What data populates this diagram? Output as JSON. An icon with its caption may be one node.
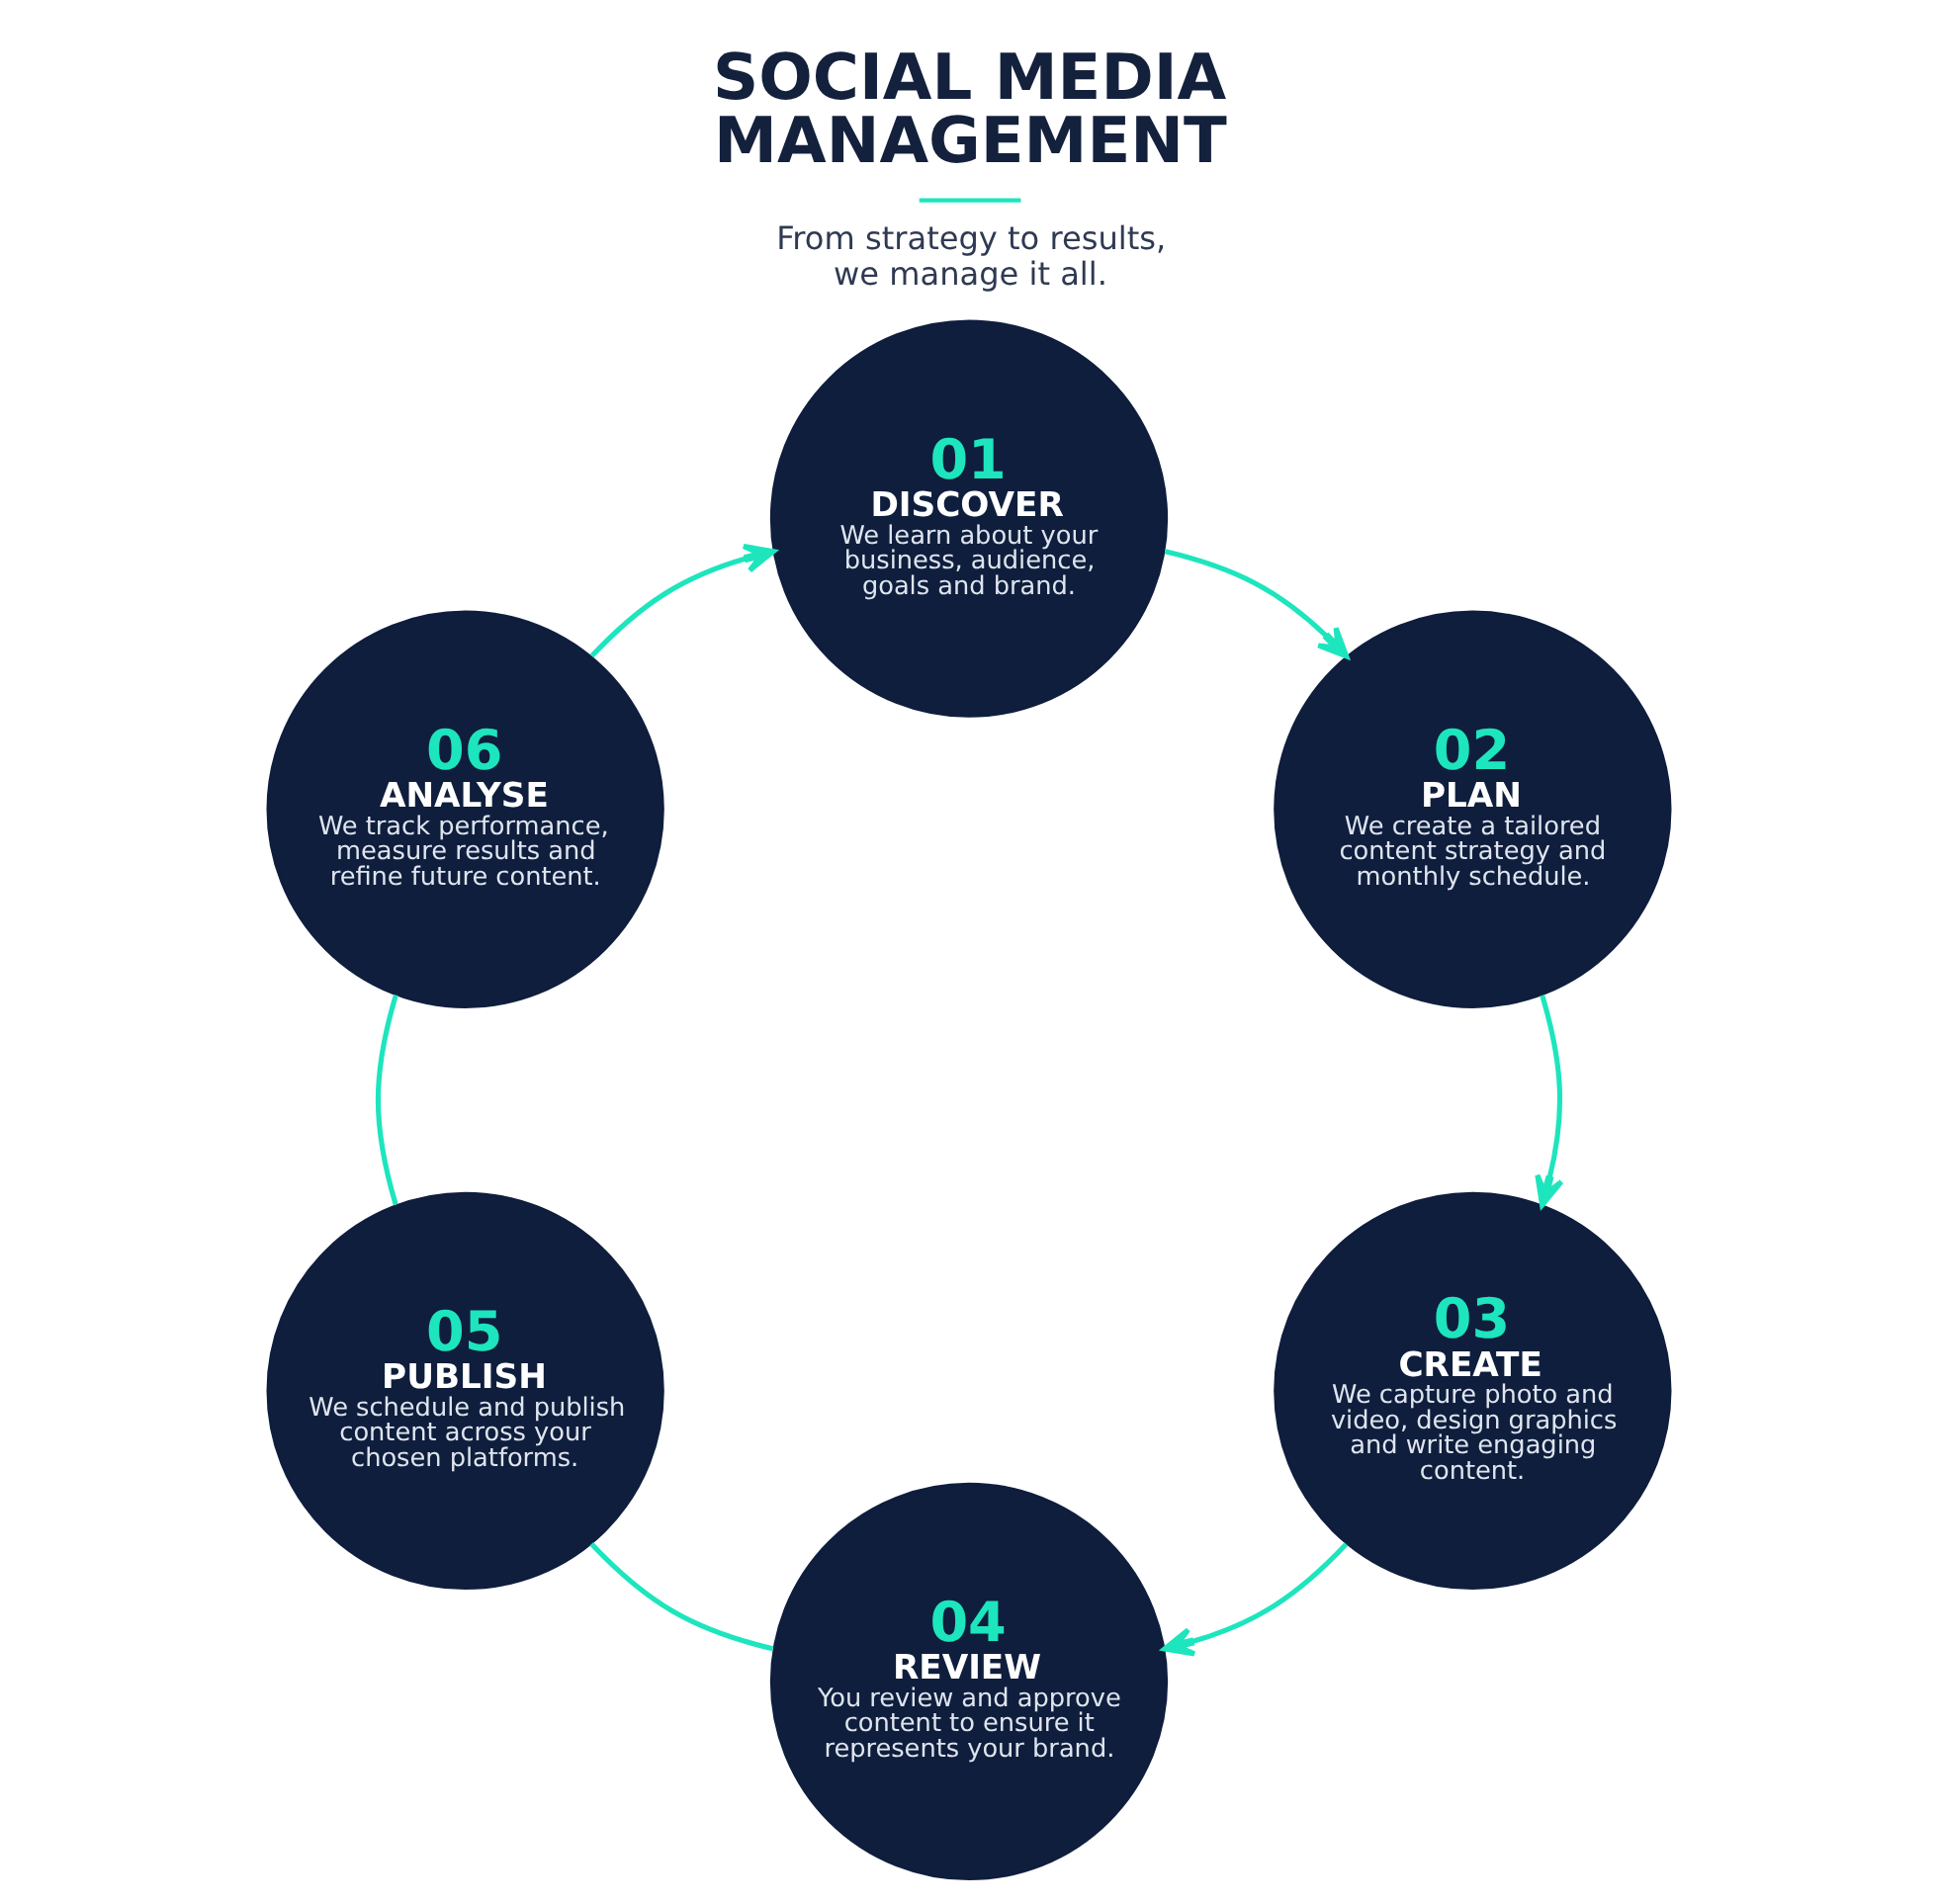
{
  "diagram": {
    "title": "SOCIAL MEDIA MANAGEMENT",
    "caption": "From strategy to results, we manage it all.",
    "nodes": [
      {
        "text": [
          "01",
          "DISCOVER",
          "We learn about your business, audience, goals and brand."
        ]
      },
      {
        "text": [
          "02",
          "PLAN",
          "We create a tailored content strategy and monthly schedule."
        ]
      },
      {
        "text": [
          "03",
          "CREATE",
          "We capture photo and video, design graphics and write engaging content."
        ]
      },
      {
        "text": [
          "04",
          "REVIEW",
          "You review and approve content to ensure it represents your brand."
        ]
      },
      {
        "text": [
          "05",
          "PUBLISH",
          "We schedule and publish content across your chosen platforms."
        ]
      },
      {
        "text": [
          "06",
          "ANALYSE",
          "We track performance, measure results and refine future content."
        ]
      }
    ],
    "edges": [
      {
        "from": 0,
        "to": 1,
        "arrow": "to"
      },
      {
        "from": 1,
        "to": 2,
        "arrow": "to"
      },
      {
        "from": 2,
        "to": 3,
        "arrow": "to"
      },
      {
        "from": 3,
        "to": 4,
        "arrow": "none"
      },
      {
        "from": 4,
        "to": 5,
        "arrow": "none"
      },
      {
        "from": 5,
        "to": 0,
        "arrow": "to"
      }
    ]
  }
}
